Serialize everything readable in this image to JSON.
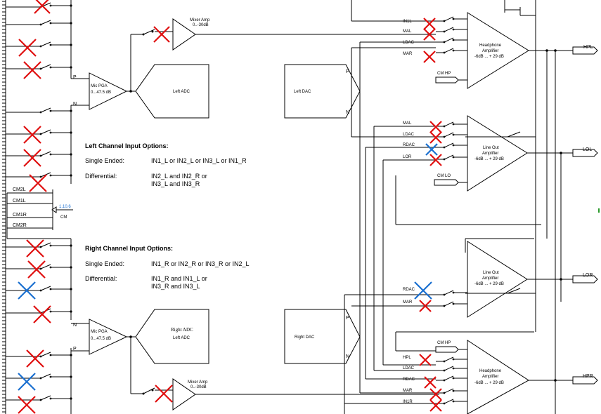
{
  "left_options": {
    "title": "Left Channel Input Options:",
    "se_label": "Single Ended:",
    "se_value": "IN1_L  or  IN2_L  or  IN3_L  or  IN1_R",
    "diff_label": "Differential:",
    "diff_line1": "IN2_L and IN2_R  or",
    "diff_line2": "IN3_L and IN3_R"
  },
  "right_options": {
    "title": "Right Channel Input Options:",
    "se_label": "Single Ended:",
    "se_value": "IN1_R  or  IN2_R  or  IN3_R  or  IN2_L",
    "diff_label": "Differential:",
    "diff_line1": "IN1_R and IN1_L  or",
    "diff_line2": "IN3_R and IN3_L"
  },
  "blocks": {
    "left_mixer_amp": [
      "Mixer Amp",
      "0..-30dB"
    ],
    "left_mic_pga": [
      "Mic PGA",
      "0...47.5 dB"
    ],
    "left_adc": "Left ADC",
    "left_dac": "Left DAC",
    "right_mic_pga": [
      "Mic PGA",
      "0...47.5 dB"
    ],
    "right_adc": [
      "Right ADC",
      "Left ADC"
    ],
    "right_dac": "Right DAC",
    "right_mixer_amp": [
      "Mixer Amp",
      "0..-30dB"
    ],
    "hp_amp_left": [
      "Headphone",
      "Amplifier",
      "-6dB ... + 29 dB"
    ],
    "lineout_left": [
      "Line Out",
      "Amplifier",
      "-6dB ... + 29 dB"
    ],
    "lineout_right": [
      "Line Out",
      "Amplifier",
      "-6dB ... + 29 dB"
    ],
    "hp_amp_right": [
      "Headphone",
      "Amplifier",
      "-6dB ... + 29 dB"
    ]
  },
  "pins": {
    "p": "P",
    "n": "N",
    "cm": "CM",
    "cm_value": "1.10.6",
    "cm2l": "CM2L",
    "cm1l": "CM1L",
    "cm1r": "CM1R",
    "cm2r": "CM2R"
  },
  "mux_labels": {
    "hp_left": [
      "IN1L",
      "MAL",
      "LDAC",
      "MAR"
    ],
    "lo_left": [
      "MAL",
      "LDAC",
      "RDAC",
      "LOR"
    ],
    "lo_right": [
      "RDAC",
      "MAR"
    ],
    "hp_right": [
      "HPL",
      "LDAC",
      "RDAC",
      "MAR",
      "IN1R"
    ],
    "cm_hp": "CM HP",
    "cm_lo": "CM LO"
  },
  "outputs": {
    "hpl": "HPL",
    "lol": "LOL",
    "lor": "LOR",
    "hpr": "HPR"
  },
  "colors": {
    "disabled_x": "#e01010",
    "selected_x": "#1a6fd0",
    "cm_value": "#1a6fd0"
  }
}
